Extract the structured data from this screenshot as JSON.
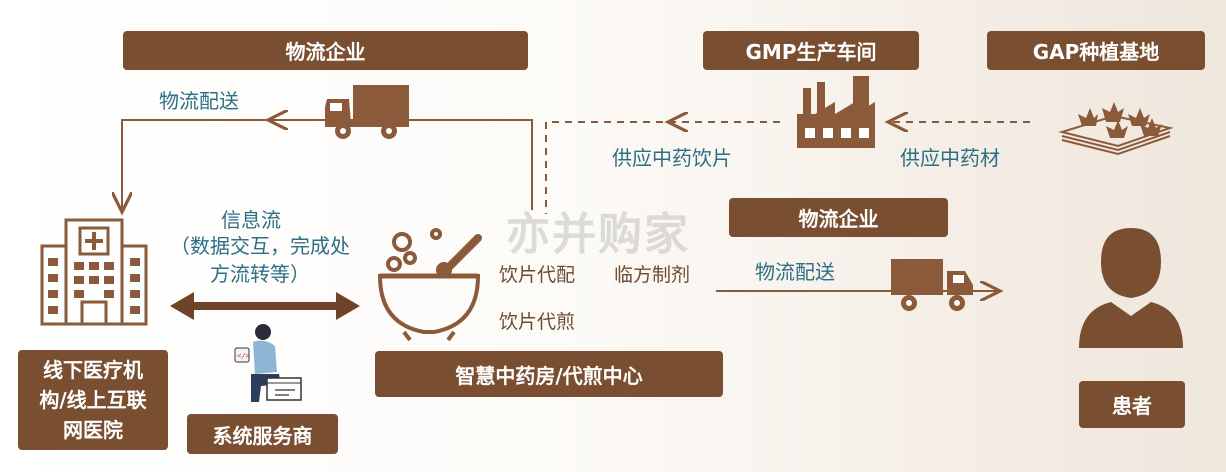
{
  "boxes": {
    "logistics_top": "物流企业",
    "gmp": "GMP生产车间",
    "gap": "GAP种植基地",
    "logistics_mid": "物流企业",
    "hospital": "线下医疗机构/线上互联网医院",
    "system_provider": "系统服务商",
    "pharmacy": "智慧中药房/代煎中心",
    "patient": "患者"
  },
  "labels": {
    "delivery_top": "物流配送",
    "supply_slices": "供应中药饮片",
    "supply_herbs": "供应中药材",
    "info_flow": "信息流",
    "info_flow_detail": "（数据交互，完成处方流转等）",
    "slice_dispensing": "饮片代配",
    "prescription": "临方制剂",
    "slice_decocting": "饮片代煎",
    "delivery_mid": "物流配送"
  },
  "watermark": "亦并购家",
  "colors": {
    "primary": "#7a4e30",
    "text_teal": "#2d6f86"
  },
  "icons": [
    "truck-icon",
    "factory-icon",
    "plantation-icon",
    "hospital-icon",
    "person-laptop-icon",
    "herbal-pot-icon",
    "patient-icon"
  ]
}
